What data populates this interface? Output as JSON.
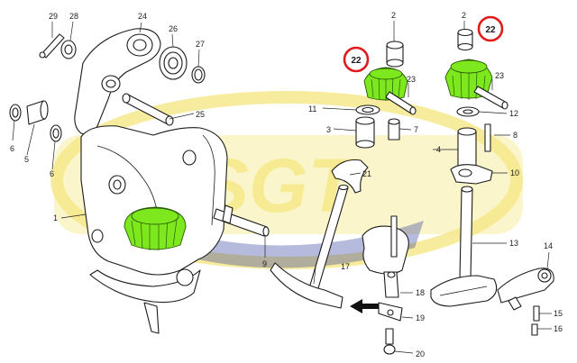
{
  "diagram": {
    "watermark_text": "SGT",
    "part_labels": [
      "29",
      "28",
      "24",
      "26",
      "27",
      "25",
      "6",
      "5",
      "6",
      "1",
      "9",
      "2",
      "22",
      "11",
      "23",
      "3",
      "7",
      "21",
      "17",
      "18",
      "19",
      "20",
      "2",
      "22",
      "23",
      "12",
      "8",
      "4",
      "10",
      "13",
      "14",
      "15",
      "16"
    ],
    "highlight_part": "22",
    "colors": {
      "highlight_gear": "#7de81e",
      "callout_ring": "#e01b1b",
      "watermark_yellow": "#f6e98c",
      "watermark_blue": "#2f3a9a"
    }
  }
}
